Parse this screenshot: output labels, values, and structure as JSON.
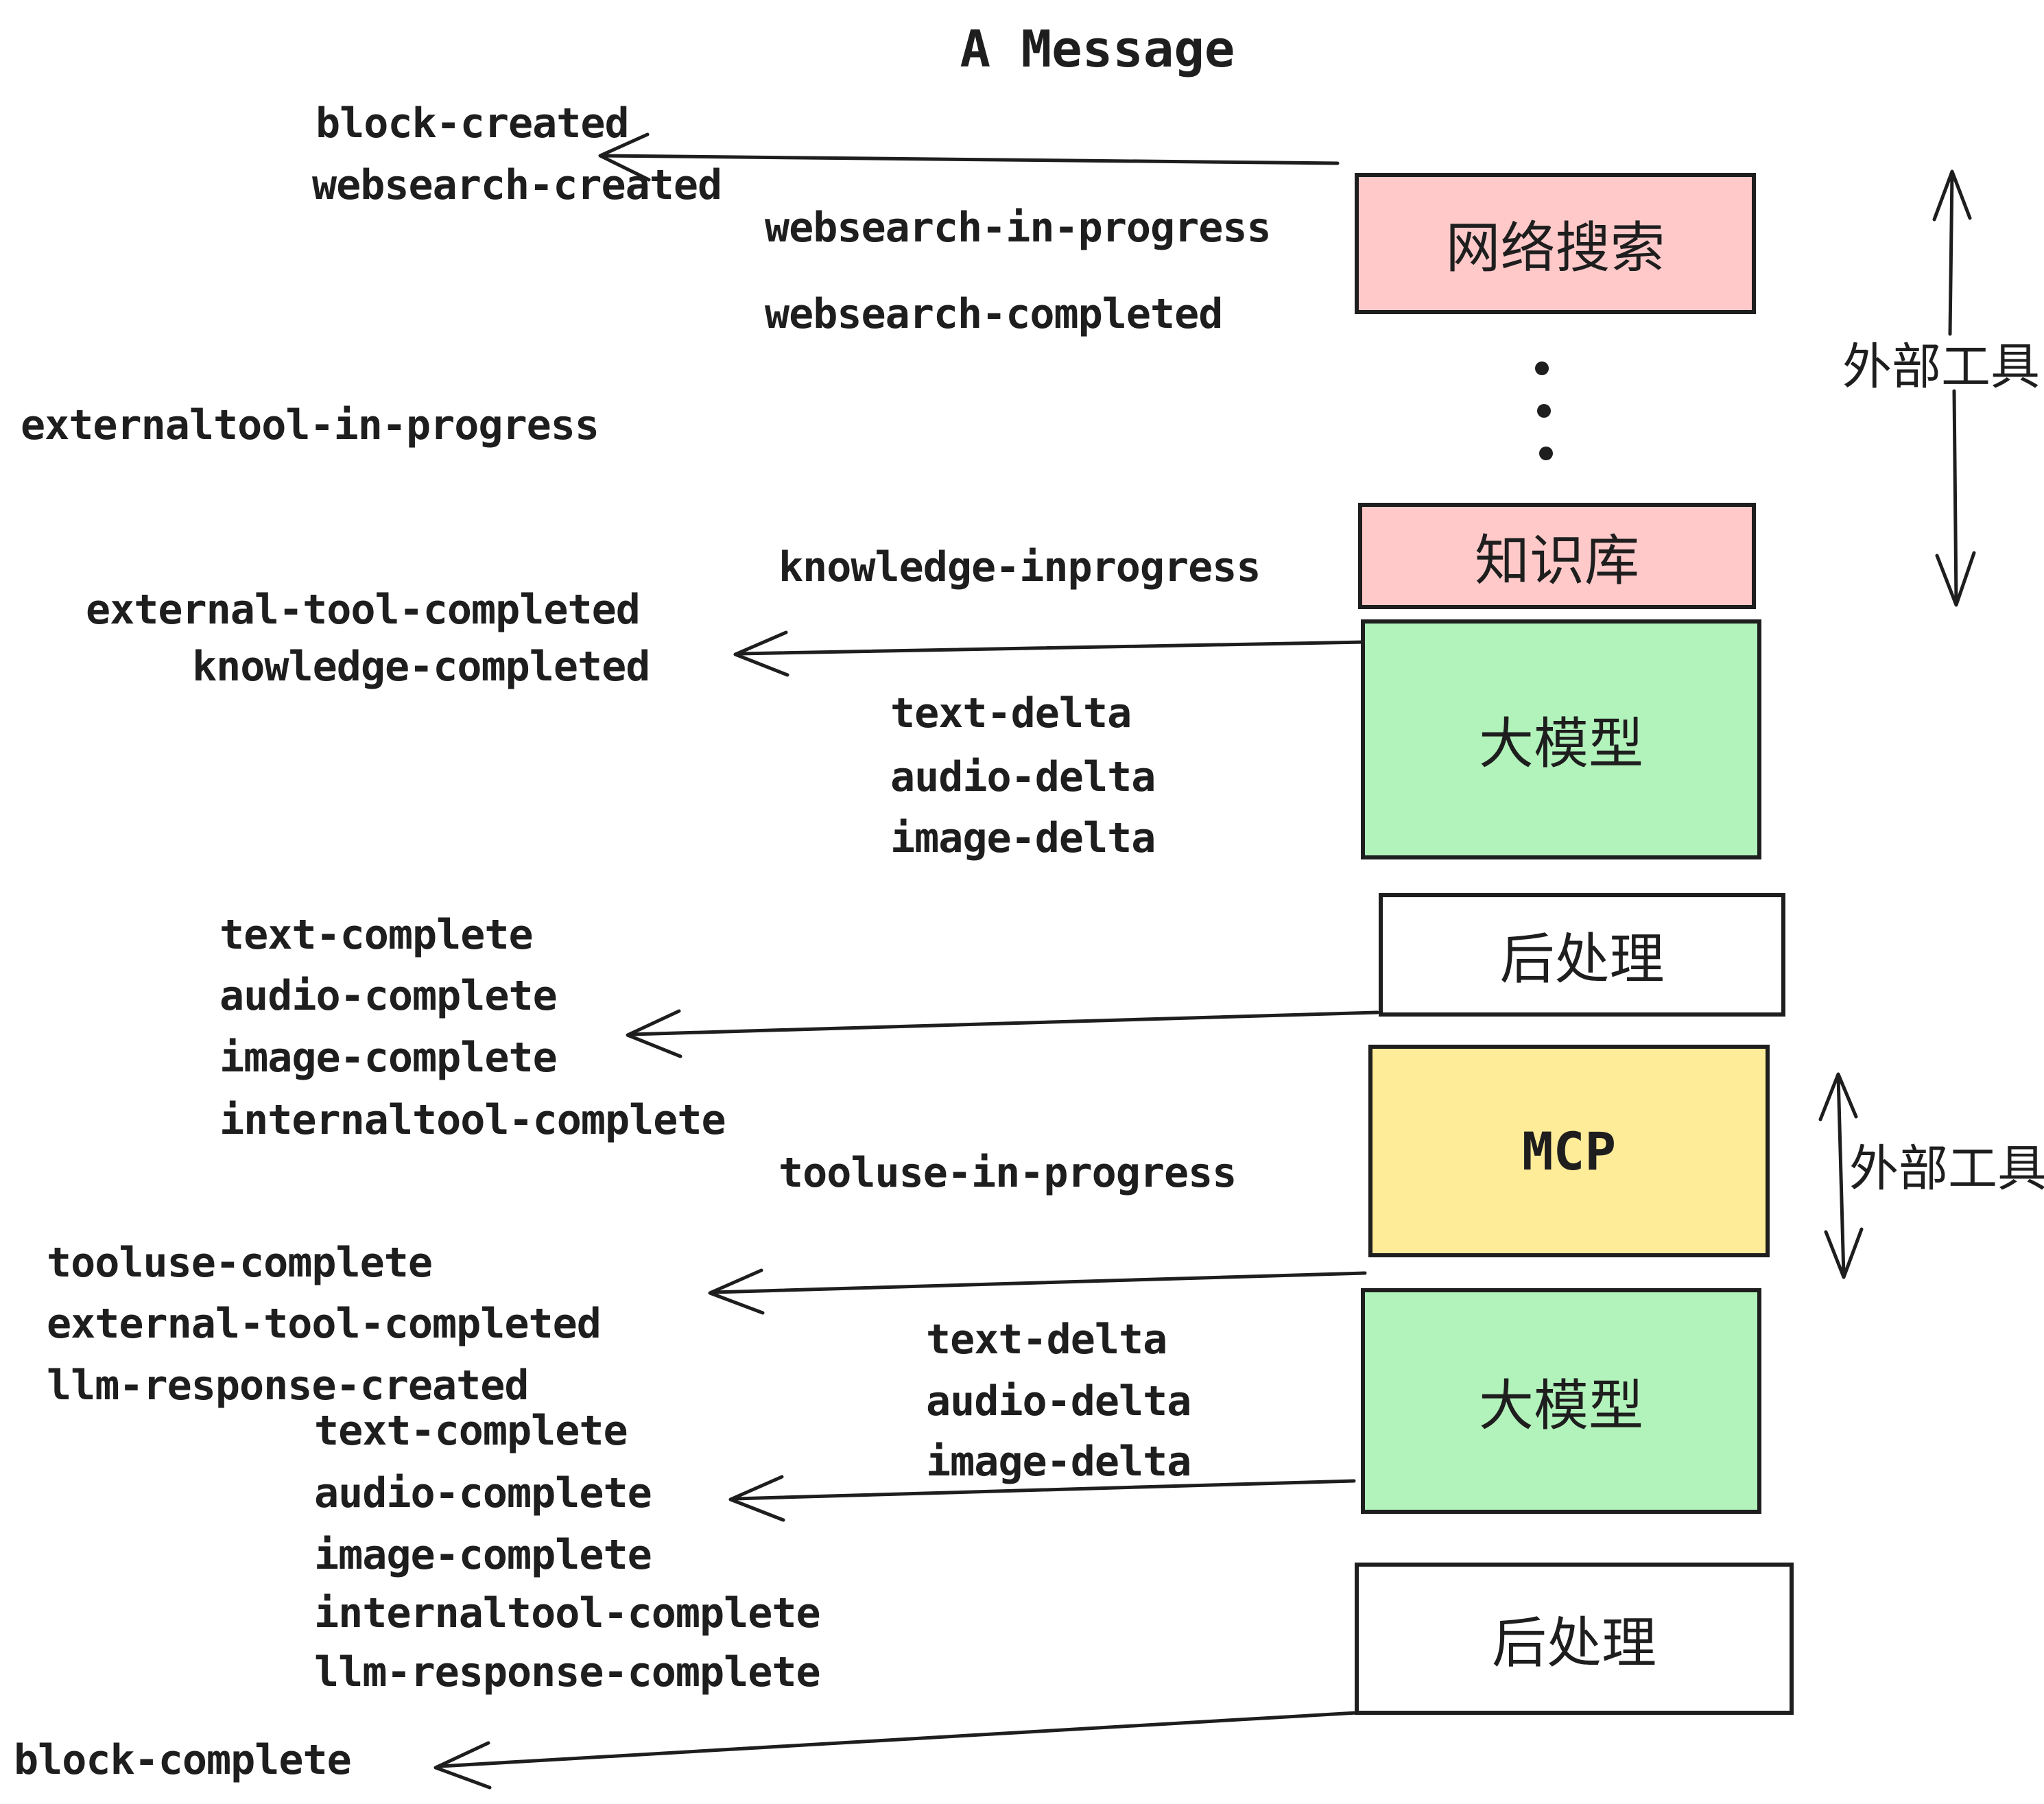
{
  "title": "A Message",
  "colors": {
    "ink": "#1e1e1e",
    "pink": "#ffc9c9",
    "green": "#b2f2bb",
    "yellow": "#ffec99",
    "white": "#ffffff"
  },
  "boxes": [
    {
      "id": "websearch",
      "label": "网络搜索"
    },
    {
      "id": "knowledge",
      "label": "知识库"
    },
    {
      "id": "llm-1",
      "label": "大模型"
    },
    {
      "id": "post-1",
      "label": "后处理"
    },
    {
      "id": "mcp",
      "label": "MCP"
    },
    {
      "id": "llm-2",
      "label": "大模型"
    },
    {
      "id": "post-2",
      "label": "后处理"
    }
  ],
  "events": [
    {
      "text": "block-created"
    },
    {
      "text": "websearch-created"
    },
    {
      "text": "websearch-in-progress"
    },
    {
      "text": "websearch-completed"
    },
    {
      "text": "externaltool-in-progress"
    },
    {
      "text": "knowledge-inprogress"
    },
    {
      "text": "external-tool-completed"
    },
    {
      "text": "knowledge-completed"
    },
    {
      "text": "text-delta"
    },
    {
      "text": "audio-delta"
    },
    {
      "text": "image-delta"
    },
    {
      "text": "text-complete"
    },
    {
      "text": "audio-complete"
    },
    {
      "text": "image-complete"
    },
    {
      "text": "internaltool-complete"
    },
    {
      "text": "tooluse-in-progress"
    },
    {
      "text": "tooluse-complete"
    },
    {
      "text": "external-tool-completed"
    },
    {
      "text": "llm-response-created"
    },
    {
      "text": "text-delta"
    },
    {
      "text": "audio-delta"
    },
    {
      "text": "image-delta"
    },
    {
      "text": "text-complete"
    },
    {
      "text": "audio-complete"
    },
    {
      "text": "image-complete"
    },
    {
      "text": "internaltool-complete"
    },
    {
      "text": "llm-response-complete"
    },
    {
      "text": "block-complete"
    }
  ],
  "side_labels": {
    "external_tool_top": "外部工具",
    "external_tool_mcp": "外部工具"
  }
}
